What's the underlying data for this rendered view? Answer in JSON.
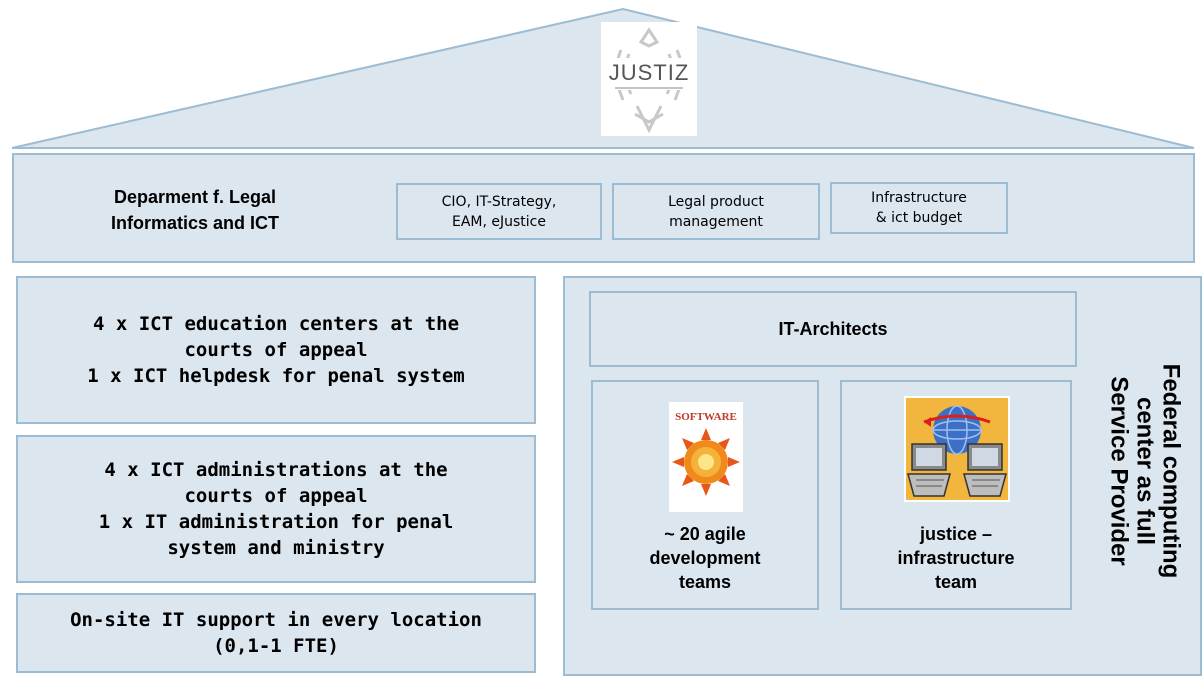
{
  "roof": {
    "logo_text": "JUSTIZ"
  },
  "department": {
    "title_line1": "Deparment f. Legal",
    "title_line2": "Informatics and ICT",
    "units": [
      {
        "line1": "CIO, IT-Strategy,",
        "line2": "EAM, eJustice"
      },
      {
        "line1": "Legal product",
        "line2": "management"
      },
      {
        "line1": "Infrastructure",
        "line2": "& ict budget"
      }
    ]
  },
  "left_column": {
    "education": {
      "line1": "4 x ICT education centers at the",
      "line2": "courts of appeal",
      "line3": "1 x ICT helpdesk for penal system"
    },
    "administration": {
      "line1": "4 x ICT administrations at the",
      "line2": "courts of appeal",
      "line3": "1 x IT administration for penal",
      "line4": "system and ministry"
    },
    "onsite": {
      "line1": "On-site IT support in every location",
      "line2": "(0,1-1 FTE)"
    }
  },
  "computing_center": {
    "architects": "IT-Architects",
    "dev_teams": {
      "line1": "~ 20 agile",
      "line2": "development",
      "line3": "teams",
      "icon_text": "SOFTWARE"
    },
    "infra_team": {
      "line1": "justice –",
      "line2": "infrastructure",
      "line3": "team"
    },
    "side_label": {
      "line1": "Federal computing",
      "line2": "center as full",
      "line3": "Service Provider"
    }
  },
  "colors": {
    "fill": "#dce6ef",
    "border": "#9cbcd4"
  }
}
